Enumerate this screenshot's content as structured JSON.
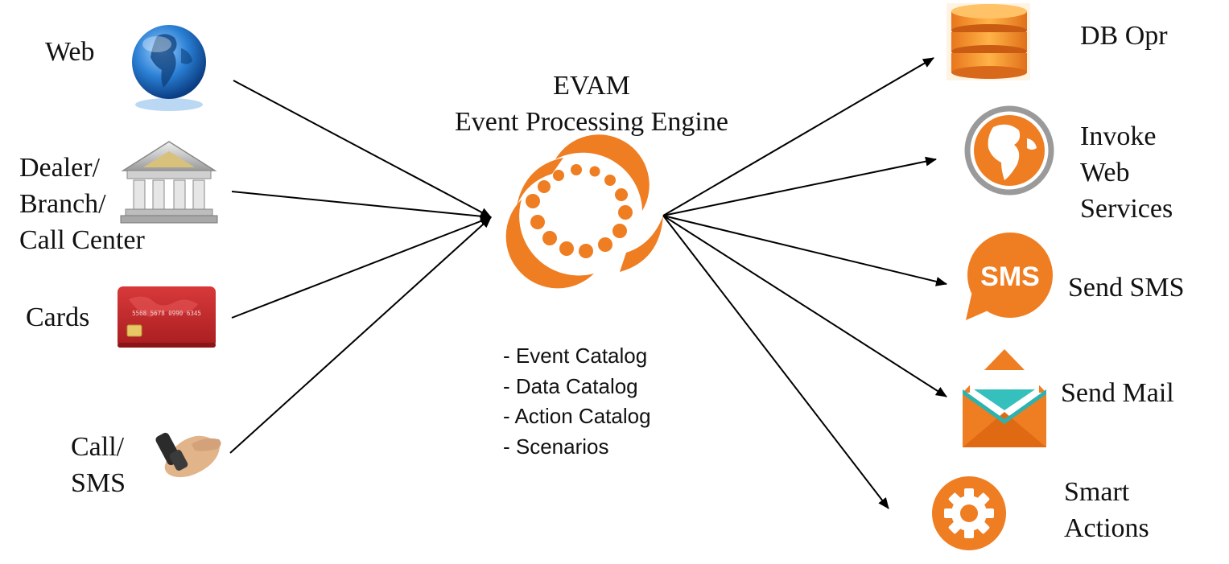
{
  "title": {
    "line1": "EVAM",
    "line2": "Event Processing Engine"
  },
  "inputs": {
    "web": {
      "label": "Web",
      "icon": "globe-icon"
    },
    "dealer": {
      "lines": [
        "Dealer/",
        "Branch/",
        "Call Center"
      ],
      "icon": "bank-building-icon"
    },
    "cards": {
      "label": "Cards",
      "icon": "credit-card-icon",
      "card_text": "5568  5678  0990  6345"
    },
    "call": {
      "lines": [
        "Call/",
        "SMS"
      ],
      "icon": "mobile-phone-icon"
    }
  },
  "catalog": [
    "- Event Catalog",
    "- Data Catalog",
    "- Action Catalog",
    "- Scenarios"
  ],
  "outputs": {
    "db": {
      "label": "DB Opr",
      "icon": "database-icon"
    },
    "webservices": {
      "lines": [
        "Invoke",
        "Web",
        "Services"
      ],
      "icon": "orange-globe-icon"
    },
    "sms": {
      "label": "Send SMS",
      "icon": "sms-bubble-icon",
      "bubble_text": "SMS"
    },
    "mail": {
      "label": "Send Mail",
      "icon": "envelope-icon"
    },
    "smart": {
      "lines": [
        "Smart",
        "Actions"
      ],
      "icon": "gear-icon"
    }
  },
  "colors": {
    "orange": "#ef7d22",
    "dark_orange": "#d9651a",
    "blue": "#1f64b0",
    "card_red": "#c8282b",
    "arrow": "#000000"
  }
}
